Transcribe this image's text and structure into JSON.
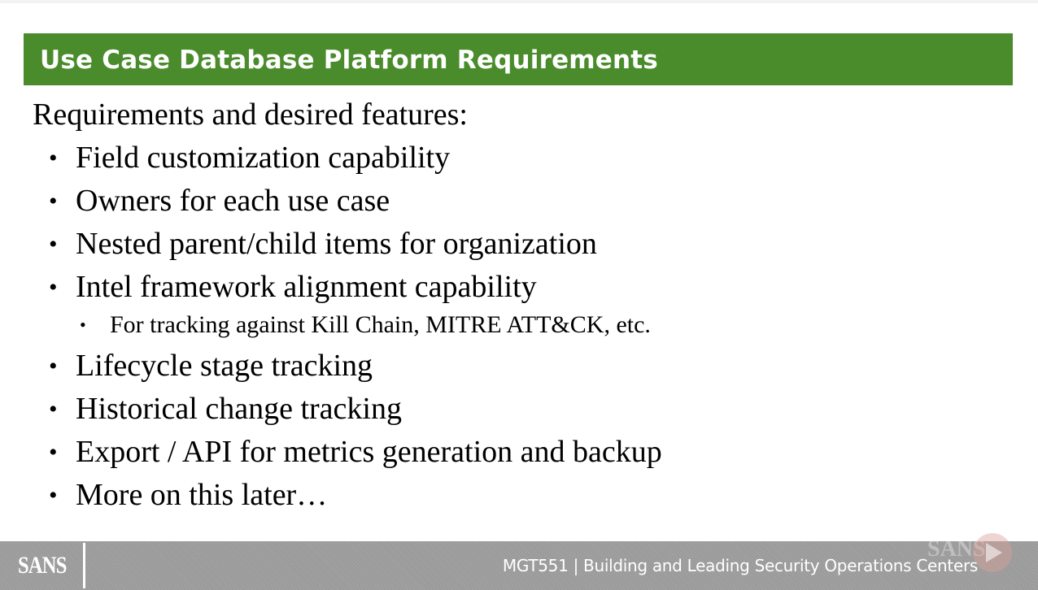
{
  "slide": {
    "title": "Use Case Database Platform Requirements",
    "intro": "Requirements and desired features:",
    "bullets": [
      "Field customization capability",
      "Owners for each use case",
      "Nested parent/child items for organization",
      "Intel framework alignment capability"
    ],
    "sub_bullet": "For tracking against Kill Chain, MITRE ATT&CK, etc.",
    "bullets_after": [
      "Lifecycle stage tracking",
      "Historical change tracking",
      "Export / API for metrics generation and backup",
      "More on this later…"
    ]
  },
  "footer": {
    "logo": "SANS",
    "course": "MGT551 | Building and Leading Security Operations Centers",
    "watermark_logo": "SANS"
  },
  "colors": {
    "title_bar": "#4a8c2c",
    "footer": "#9a9a9a",
    "watermark": "#d9a299"
  },
  "icons": {
    "bullet": "•",
    "watermark": "play-icon"
  }
}
